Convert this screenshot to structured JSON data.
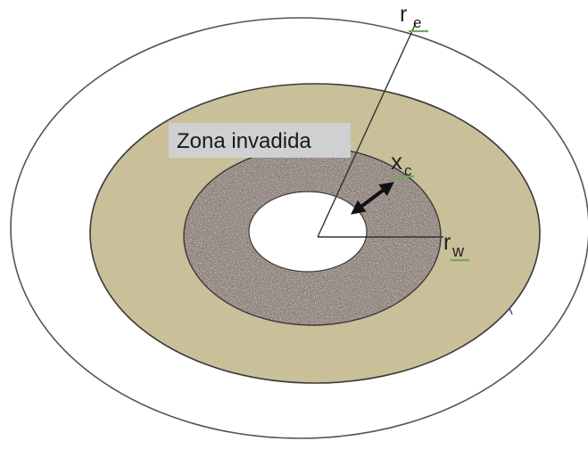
{
  "labels": {
    "zone": "Zona invadida",
    "re_main": "r",
    "re_sub": "e",
    "xc_main": "x",
    "xc_sub": "c",
    "rw_main": "r",
    "rw_sub": "w"
  },
  "colors": {
    "background": "#ffffff",
    "outer_ring_stroke": "#555555",
    "invaded_zone_fill": "#c9bf99",
    "damaged_zone_fill": "#8c7f78",
    "wellbore_fill": "#ffffff",
    "label_box_fill": "#cfd0d2",
    "underline_green": "#6fa860",
    "arrow_color": "#111111"
  }
}
